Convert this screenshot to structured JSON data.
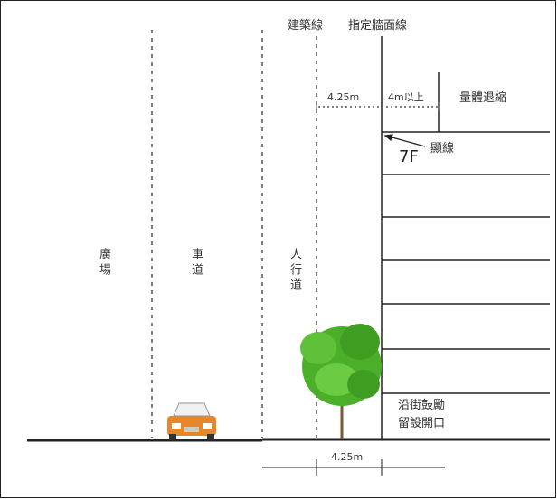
{
  "labels": {
    "building_line": "建築線",
    "designated_wall_line": "指定牆面線",
    "setback_left": "4.25m",
    "setback_right": "4m以上",
    "upper_setback_line": "量體退縮",
    "skyline": "顯線",
    "floors": "7F",
    "plaza": "廣場",
    "roadway": "車道",
    "sidewalk": "人行道",
    "opening_line1": "沿街鼓勵",
    "opening_line2": "留設開口",
    "bottom_dimension": "4.25m"
  },
  "colors": {
    "tree_green": "#4caf2a",
    "car_orange": "#e8872a",
    "line": "#222222",
    "dim_line": "#666666"
  }
}
